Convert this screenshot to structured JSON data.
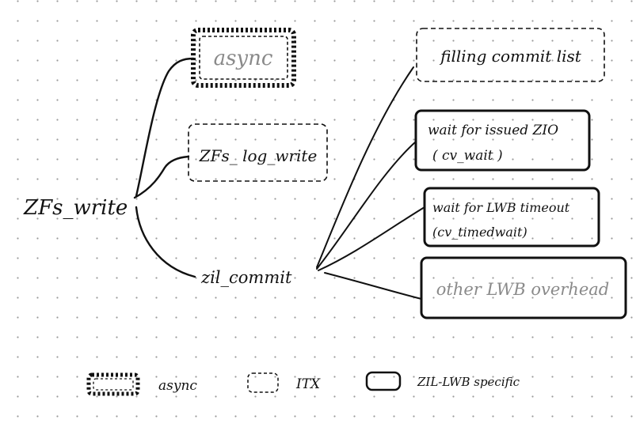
{
  "nodes": {
    "zfs_write": "ZFs_write",
    "async": "async",
    "zfs_log_write": "ZFs_ log_write",
    "zil_commit": "zil_commit",
    "filling_commit_list": "filling commit list",
    "wait_issued": {
      "line1": "wait for issued ZIO",
      "line2": "( cv_wait )"
    },
    "wait_lwb": {
      "line1": "wait for LWB timeout",
      "line2": "(cv_timedwait)"
    },
    "other_overhead": "other LWB overhead"
  },
  "legend": {
    "async": "async",
    "itx": "ITX",
    "zil_lwb": "ZIL-LWB specific"
  },
  "colors": {
    "ink": "#111111",
    "muted_text": "#8a8a8a",
    "dot": "#9a9a9a"
  }
}
